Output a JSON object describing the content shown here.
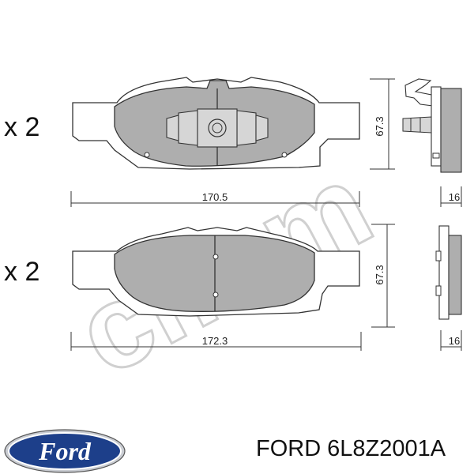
{
  "watermark_text": "cifam",
  "top_pad": {
    "quantity": "x 2",
    "width_label": "170.5",
    "height_label": "67.3",
    "thickness_label": "16"
  },
  "bottom_pad": {
    "quantity": "x 2",
    "width_label": "172.3",
    "height_label": "67.3",
    "thickness_label": "16"
  },
  "logo_text": "Ford",
  "caption": {
    "brand": "FORD",
    "part_number": "6L8Z2001A"
  },
  "colors": {
    "pad_fill": "#aeaeae",
    "line": "#333333",
    "logo_blue": "#1d3f8a"
  }
}
